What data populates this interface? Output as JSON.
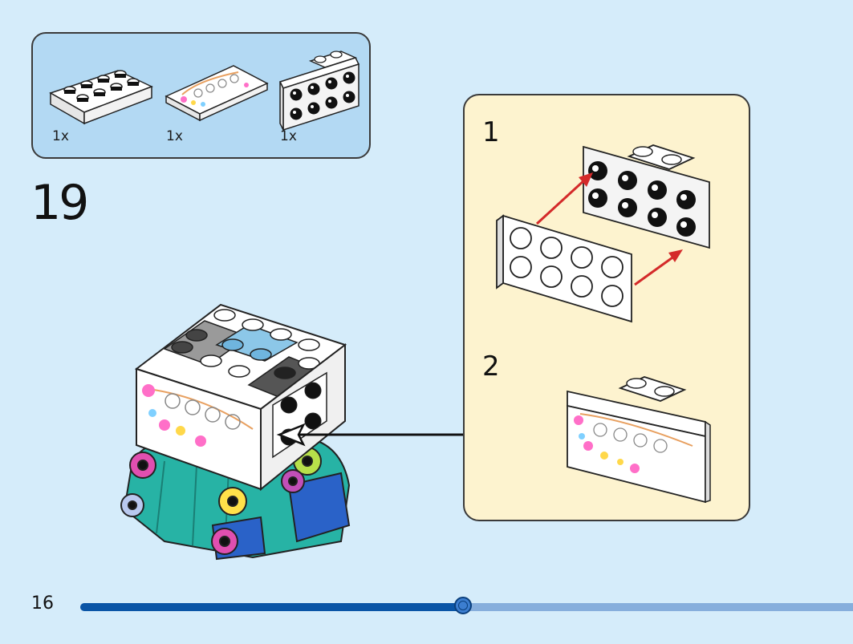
{
  "parts": [
    {
      "qty": "1x",
      "name": "plate-2x4-white"
    },
    {
      "qty": "1x",
      "name": "tile-printed-flowers"
    },
    {
      "qty": "1x",
      "name": "bracket-plate-white"
    }
  ],
  "step": {
    "number": "19"
  },
  "callout": {
    "substeps": [
      {
        "number": "1"
      },
      {
        "number": "2"
      }
    ]
  },
  "footer": {
    "page_number": "16",
    "progress_fraction": 0.495
  },
  "colors": {
    "background": "#d5ecfa",
    "parts_box": "#b3d9f3",
    "callout": "#fdf3cf",
    "progress_fill": "#0a55a6",
    "progress_track": "#86aedc",
    "arrow_red": "#d42a2a"
  }
}
